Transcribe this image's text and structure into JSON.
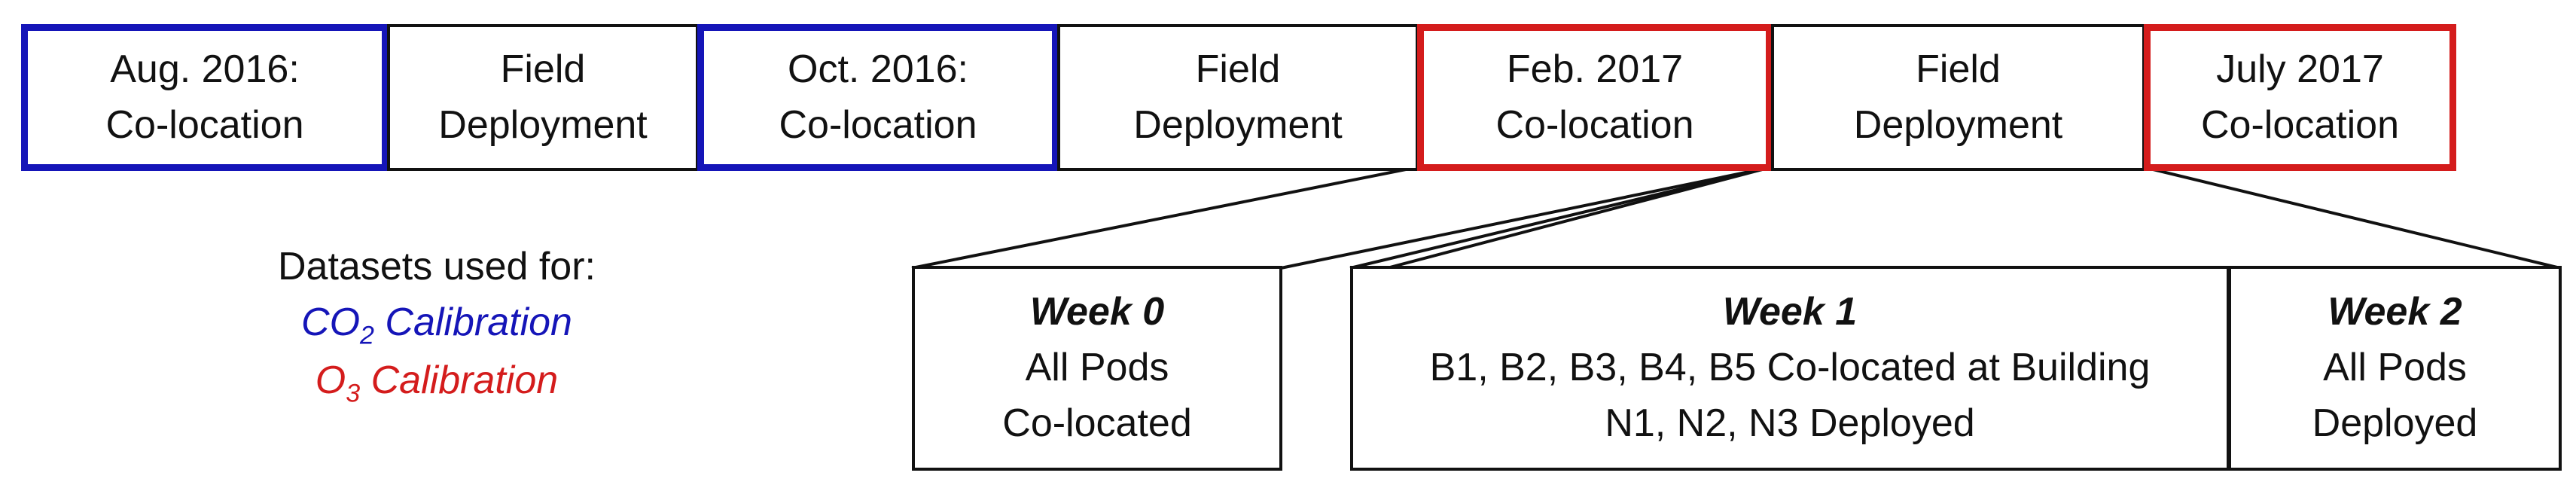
{
  "timeline": [
    {
      "line1": "Aug. 2016:",
      "line2": "Co-location",
      "kind": "co2"
    },
    {
      "line1": "Field",
      "line2": "Deployment",
      "kind": "field"
    },
    {
      "line1": "Oct. 2016:",
      "line2": "Co-location",
      "kind": "co2"
    },
    {
      "line1": "Field",
      "line2": "Deployment",
      "kind": "field"
    },
    {
      "line1": "Feb. 2017",
      "line2": "Co-location",
      "kind": "o3"
    },
    {
      "line1": "Field",
      "line2": "Deployment",
      "kind": "field"
    },
    {
      "line1": "July 2017",
      "line2": "Co-location",
      "kind": "o3"
    }
  ],
  "weeks": [
    {
      "title": "Week 0",
      "line1": "All Pods",
      "line2": "Co-located"
    },
    {
      "title": "Week 1",
      "line1": "B1, B2, B3, B4, B5 Co-located at Building",
      "line2": "N1, N2, N3 Deployed"
    },
    {
      "title": "Week 2",
      "line1": "All Pods",
      "line2": "Deployed"
    }
  ],
  "legend": {
    "heading": "Datasets used for:",
    "co2_prefix": "CO",
    "co2_sub": "2",
    "co2_suffix": " Calibration",
    "o3_prefix": "O",
    "o3_sub": "3",
    "o3_suffix": " Calibration"
  },
  "colors": {
    "co2_calibration": "#1515b8",
    "o3_calibration": "#d41c1c",
    "line": "#111111"
  }
}
